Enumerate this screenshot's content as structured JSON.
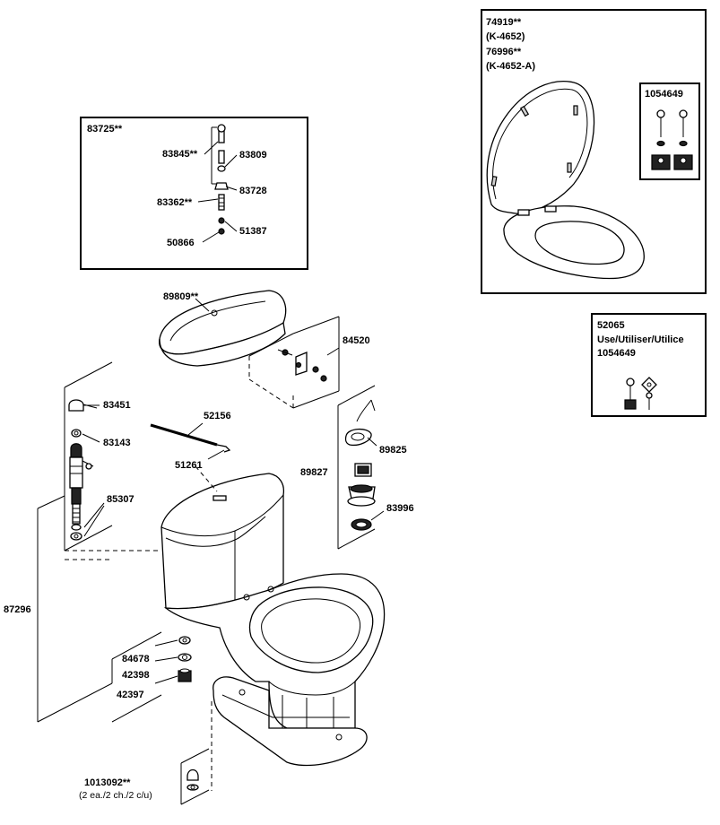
{
  "labels": {
    "kit_83725": "83725**",
    "p83845": "83845**",
    "p83809": "83809",
    "p83728": "83728",
    "p83362": "83362**",
    "p51387": "51387",
    "p50866": "50866",
    "seat_74919": "74919**",
    "seat_k4652": "(K-4652)",
    "seat_76996": "76996**",
    "seat_k4652a": "(K-4652-A)",
    "hinge_1054649": "1054649",
    "p89809": "89809**",
    "p84520": "84520",
    "kit_52065": "52065",
    "use_text": "Use/Utiliser/Utilice",
    "kit_52065_sub": "1054649",
    "p83451": "83451",
    "p83143": "83143",
    "p52156": "52156",
    "p51261": "51261",
    "p89825": "89825",
    "p89827": "89827",
    "p85307": "85307",
    "p83996": "83996",
    "p87296": "87296",
    "p84678": "84678",
    "p42398": "42398",
    "p42397": "42397",
    "p1013092": "1013092**",
    "p1013092_qty": "(2 ea./2 ch./2 c/u)"
  }
}
